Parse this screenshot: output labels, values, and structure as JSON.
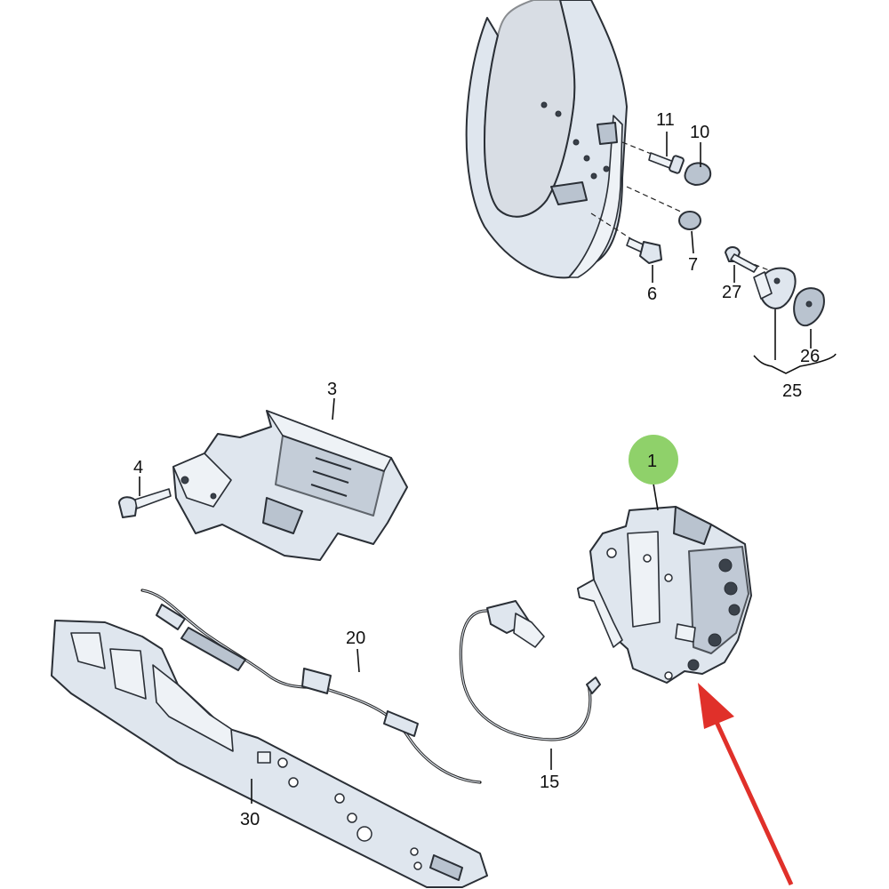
{
  "diagram": {
    "callouts": [
      {
        "id": "c1",
        "label": "1",
        "highlighted": true
      },
      {
        "id": "c3",
        "label": "3"
      },
      {
        "id": "c4",
        "label": "4"
      },
      {
        "id": "c6",
        "label": "6"
      },
      {
        "id": "c7",
        "label": "7"
      },
      {
        "id": "c10",
        "label": "10"
      },
      {
        "id": "c11",
        "label": "11"
      },
      {
        "id": "c15",
        "label": "15"
      },
      {
        "id": "c20",
        "label": "20"
      },
      {
        "id": "c25",
        "label": "25"
      },
      {
        "id": "c26",
        "label": "26"
      },
      {
        "id": "c27",
        "label": "27"
      },
      {
        "id": "c30",
        "label": "30"
      }
    ],
    "highlight_color": "#8fd16a",
    "arrow_color": "#e0302a",
    "arrow_target": "c1"
  }
}
